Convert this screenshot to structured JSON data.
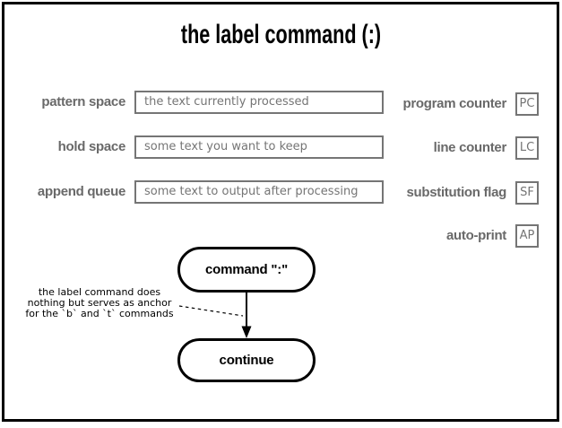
{
  "page": {
    "title": "the label command (:)"
  },
  "registers": {
    "rows": [
      {
        "label": "pattern space",
        "value": "the text currently processed"
      },
      {
        "label": "hold space",
        "value": "some text you want to keep"
      },
      {
        "label": "append queue",
        "value": "some text to output after processing"
      }
    ]
  },
  "counters": {
    "rows": [
      {
        "label": "program counter",
        "abbr": "PC"
      },
      {
        "label": "line counter",
        "abbr": "LC"
      },
      {
        "label": "substitution flag",
        "abbr": "SF"
      },
      {
        "label": "auto-print",
        "abbr": "AP"
      }
    ]
  },
  "flowchart": {
    "nodes": [
      {
        "label": "command \":\""
      },
      {
        "label": "continue"
      }
    ],
    "annotation": {
      "lines": [
        "the label command does",
        "nothing but serves as anchor",
        "for the `b` and `t` commands"
      ]
    }
  },
  "colors": {
    "frame": "#000000",
    "label_gray": "#696969",
    "box_gray": "#757575",
    "background": "#ffffff"
  }
}
